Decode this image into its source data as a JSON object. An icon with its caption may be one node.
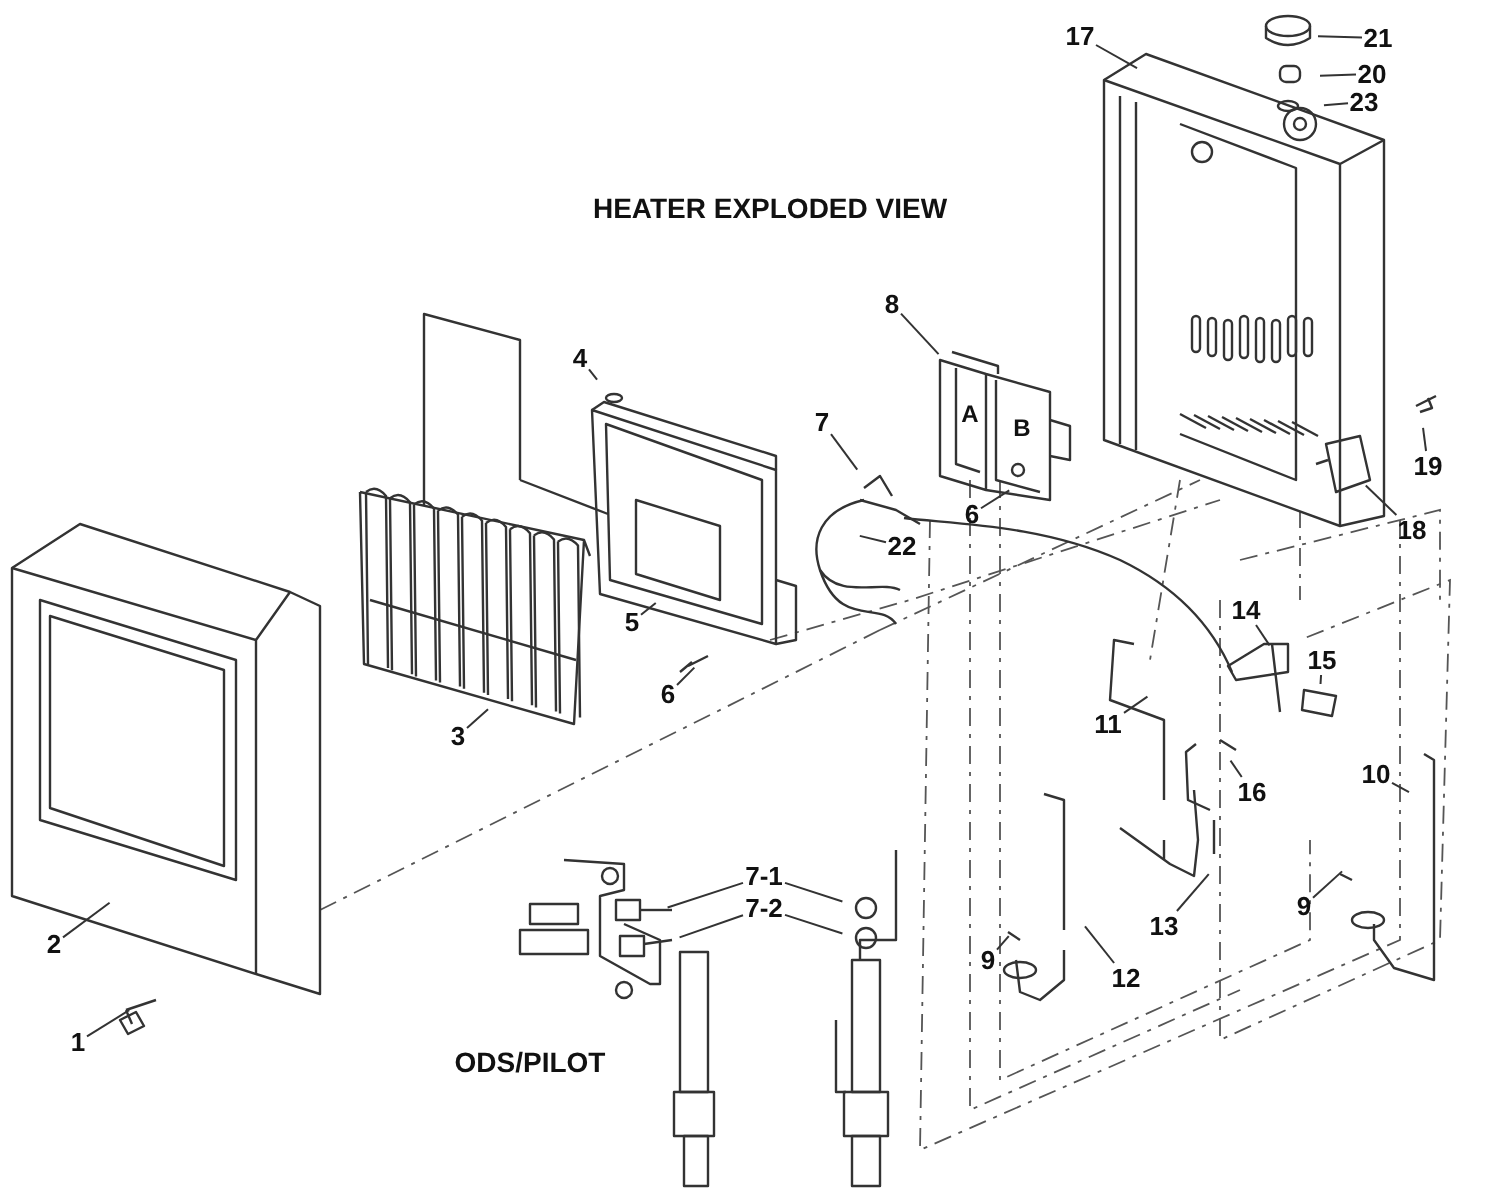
{
  "diagram": {
    "title": "HEATER EXPLODED VIEW",
    "nodes": [
      {
        "text": [
          "17"
        ]
      },
      {
        "text": [
          "21"
        ]
      },
      {
        "text": [
          "20"
        ]
      },
      {
        "text": [
          "23"
        ]
      },
      {
        "text": [
          "8"
        ]
      },
      {
        "text": [
          "4"
        ]
      },
      {
        "text": [
          "7"
        ]
      },
      {
        "text": [
          "19"
        ]
      },
      {
        "text": [
          "6"
        ]
      },
      {
        "text": [
          "18"
        ]
      },
      {
        "text": [
          "22"
        ]
      },
      {
        "text": [
          "14"
        ]
      },
      {
        "text": [
          "15"
        ]
      },
      {
        "text": [
          "5"
        ]
      },
      {
        "text": [
          "11"
        ]
      },
      {
        "text": [
          "6"
        ]
      },
      {
        "text": [
          "16"
        ]
      },
      {
        "text": [
          "10"
        ]
      },
      {
        "text": [
          "3"
        ]
      },
      {
        "text": [
          "7-1"
        ]
      },
      {
        "text": [
          "7-2"
        ]
      },
      {
        "text": [
          "2"
        ]
      },
      {
        "text": [
          "9"
        ]
      },
      {
        "text": [
          "13"
        ]
      },
      {
        "text": [
          "12"
        ]
      },
      {
        "text": [
          "9"
        ]
      },
      {
        "text": [
          "1"
        ]
      }
    ],
    "edges": [
      {
        "from": 0,
        "to": null,
        "arrow": "none"
      },
      {
        "from": 1,
        "to": null,
        "arrow": "none"
      },
      {
        "from": 2,
        "to": null,
        "arrow": "none"
      },
      {
        "from": 3,
        "to": null,
        "arrow": "none"
      },
      {
        "from": 4,
        "to": null,
        "arrow": "none"
      },
      {
        "from": 5,
        "to": null,
        "arrow": "none"
      },
      {
        "from": 6,
        "to": null,
        "arrow": "none"
      },
      {
        "from": 7,
        "to": null,
        "arrow": "none"
      },
      {
        "from": 8,
        "to": null,
        "arrow": "none"
      },
      {
        "from": 9,
        "to": null,
        "arrow": "none"
      },
      {
        "from": 10,
        "to": null,
        "arrow": "none"
      },
      {
        "from": 11,
        "to": null,
        "arrow": "none"
      },
      {
        "from": 12,
        "to": null,
        "arrow": "none"
      },
      {
        "from": 13,
        "to": null,
        "arrow": "none"
      },
      {
        "from": 14,
        "to": null,
        "arrow": "none"
      },
      {
        "from": 15,
        "to": null,
        "arrow": "none"
      },
      {
        "from": 16,
        "to": null,
        "arrow": "none"
      },
      {
        "from": 17,
        "to": null,
        "arrow": "none"
      },
      {
        "from": 18,
        "to": null,
        "arrow": "none"
      },
      {
        "from": 19,
        "to": null,
        "arrow": "none"
      },
      {
        "from": 19,
        "to": null,
        "arrow": "none"
      },
      {
        "from": 20,
        "to": null,
        "arrow": "none"
      },
      {
        "from": 20,
        "to": null,
        "arrow": "none"
      },
      {
        "from": 21,
        "to": null,
        "arrow": "none"
      },
      {
        "from": 22,
        "to": null,
        "arrow": "none"
      },
      {
        "from": 23,
        "to": null,
        "arrow": "none"
      },
      {
        "from": 24,
        "to": null,
        "arrow": "none"
      },
      {
        "from": 25,
        "to": null,
        "arrow": "none"
      },
      {
        "from": 26,
        "to": null,
        "arrow": "none"
      }
    ],
    "labels": [
      "A",
      "B",
      "ODS/PILOT"
    ]
  }
}
